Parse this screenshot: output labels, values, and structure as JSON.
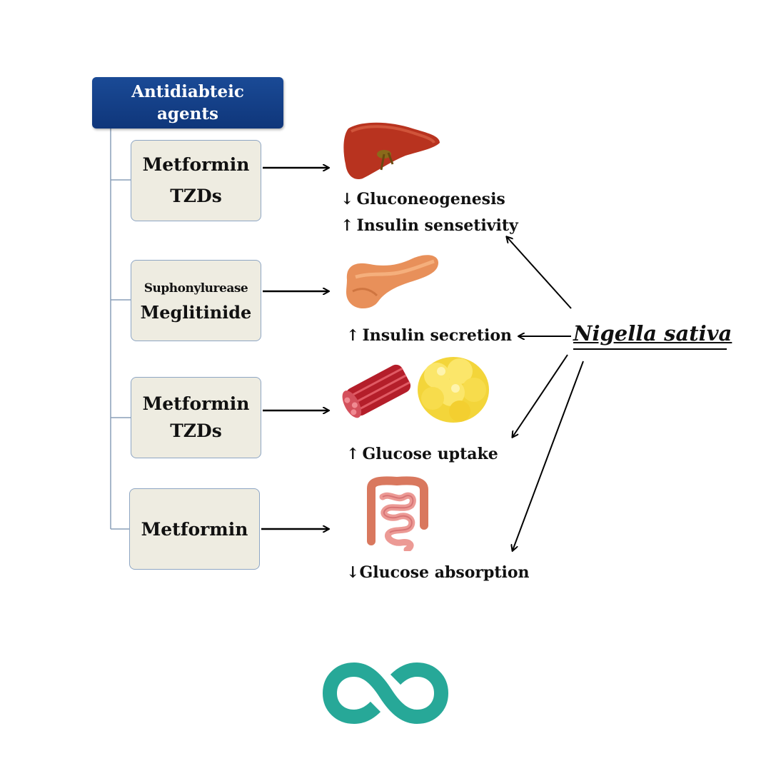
{
  "header": {
    "line1": "Antidiabteic",
    "line2": "agents"
  },
  "drug_boxes": [
    {
      "line1": "Metformin",
      "line2": "TZDs"
    },
    {
      "line1": "Suphonylurease",
      "line2": "Meglitinide"
    },
    {
      "line1": "Metformin",
      "line2": "TZDs"
    },
    {
      "line1": "Metformin"
    }
  ],
  "effects": {
    "gluconeogenesis": "Gluconeogenesis",
    "insulin_sensitivity": "Insulin sensetivity",
    "insulin_secretion": "Insulin secretion",
    "glucose_uptake": "Glucose uptake",
    "glucose_absorption": "Glucose absorption"
  },
  "arrows": {
    "down": "↓",
    "up": "↑"
  },
  "herb": "Nigella sativa",
  "organs": [
    "liver-icon",
    "pancreas-icon",
    "muscle-icon",
    "fat-tissue-icon",
    "intestine-icon"
  ],
  "logo": {
    "name": "infinity-logo-icon",
    "color": "#27a898"
  }
}
